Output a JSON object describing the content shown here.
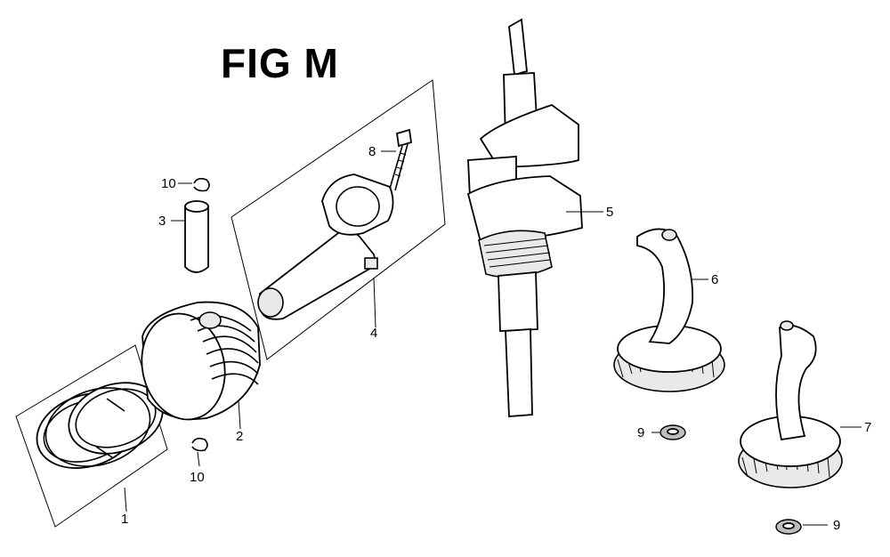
{
  "figure": {
    "title": "FIG M"
  },
  "callouts": [
    {
      "id": "piston-rings",
      "label": "1"
    },
    {
      "id": "piston",
      "label": "2"
    },
    {
      "id": "piston-pin",
      "label": "3"
    },
    {
      "id": "connecting-rod",
      "label": "4"
    },
    {
      "id": "crankshaft",
      "label": "5"
    },
    {
      "id": "camshaft-a",
      "label": "6"
    },
    {
      "id": "camshaft-b",
      "label": "7"
    },
    {
      "id": "rod-bolt",
      "label": "8"
    },
    {
      "id": "washer-a",
      "label": "9"
    },
    {
      "id": "washer-b",
      "label": "9"
    },
    {
      "id": "clip-top",
      "label": "10"
    },
    {
      "id": "clip-bottom",
      "label": "10"
    }
  ]
}
